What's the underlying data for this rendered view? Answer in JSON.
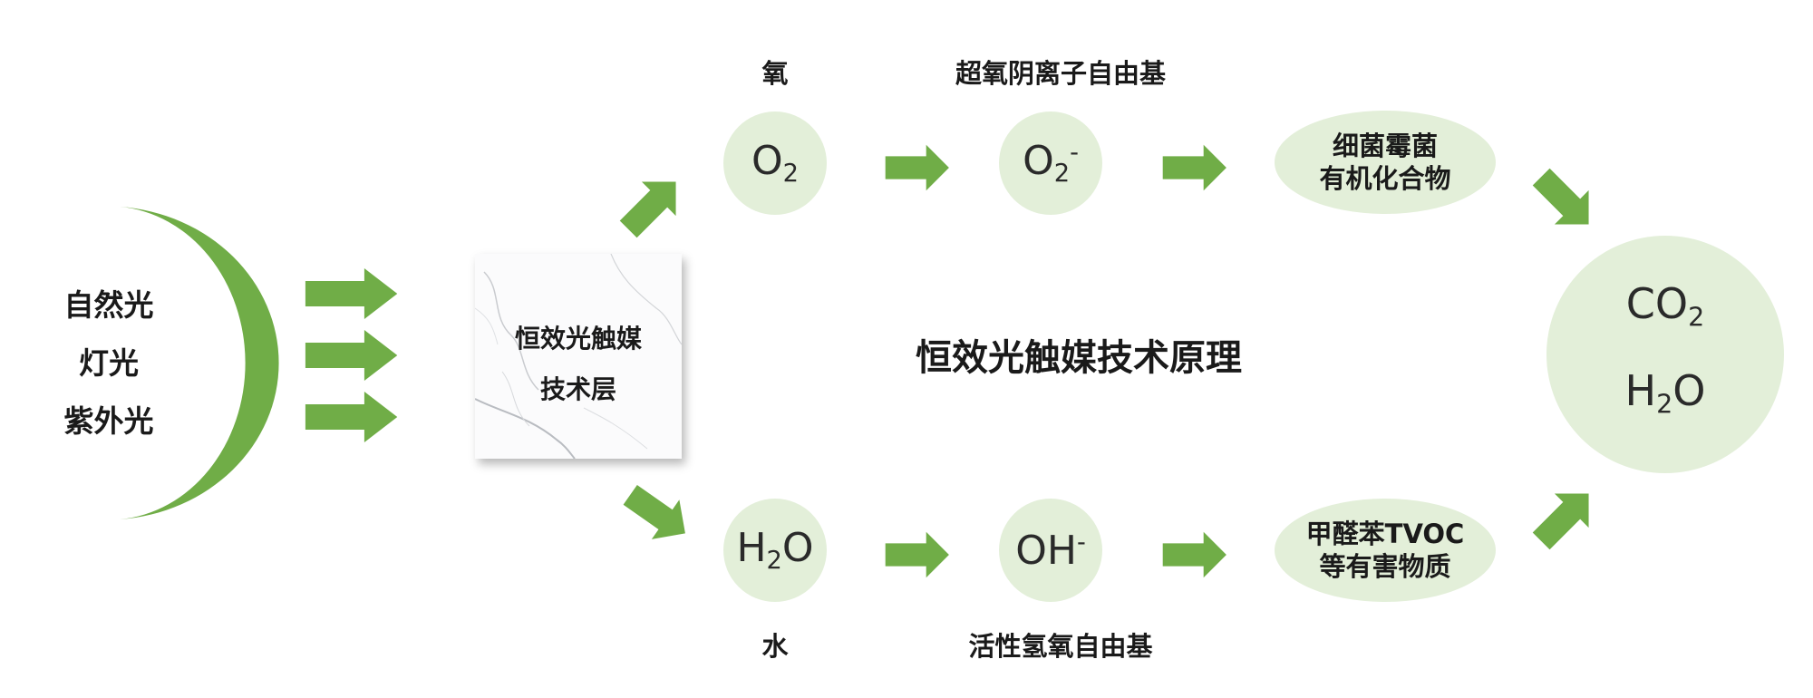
{
  "title": "恒效光触媒技术原理",
  "light_sources": [
    "自然光",
    "灯光",
    "紫外光"
  ],
  "catalyst_layer": [
    "恒效光触媒",
    "技术层"
  ],
  "top_path": {
    "oxygen_label": "氧",
    "oxygen_formula": {
      "base": "O",
      "sub": "2"
    },
    "radical_label": "超氧阴离子自由基",
    "radical_formula": {
      "base": "O",
      "sub": "2",
      "sup": "-"
    },
    "target_lines": [
      "细菌霉菌",
      "有机化合物"
    ]
  },
  "bottom_path": {
    "water_label": "水",
    "water_formula": {
      "pre": "H",
      "sub": "2",
      "post": "O"
    },
    "radical_label": "活性氢氧自由基",
    "radical_formula": {
      "base": "OH",
      "sup": "-"
    },
    "target_lines": [
      "甲醛苯TVOC",
      "等有害物质"
    ]
  },
  "products": {
    "co2": {
      "base": "CO",
      "sub": "2"
    },
    "h2o": {
      "pre": "H",
      "sub": "2",
      "post": "O"
    }
  },
  "colors": {
    "arrow_green": "#70ad47",
    "crescent_green": "#70ad47",
    "circle_fill": "#e3efd9"
  }
}
